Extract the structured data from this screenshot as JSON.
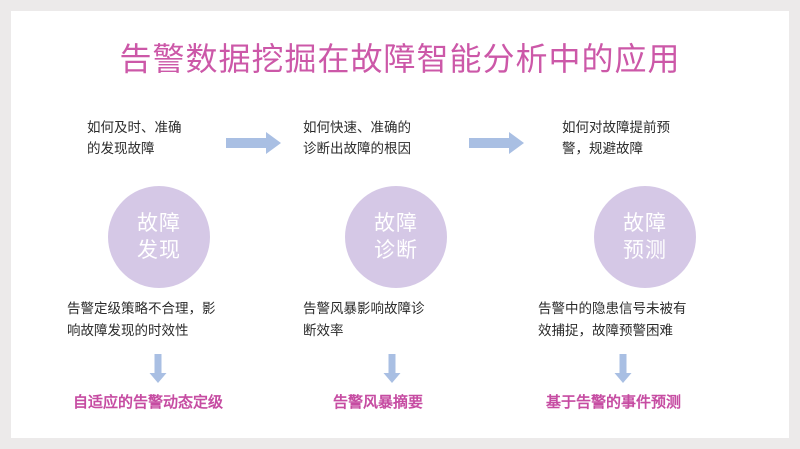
{
  "slide": {
    "title": "告警数据挖掘在故障智能分析中的应用",
    "accent_color": "#cc58a8",
    "circle_color": "#d5c8e6",
    "arrow_color": "#a9bfe3",
    "background_color": "#ffffff",
    "page_background_color": "#eceaea"
  },
  "columns": [
    {
      "question": "如何及时、准确\n的发现故障",
      "circle_line1": "故障",
      "circle_line2": "发现",
      "problem": "告警定级策略不合理，影\n响故障发现的时效性",
      "solution": "自适应的告警动态定级"
    },
    {
      "question": "如何快速、准确的\n诊断出故障的根因",
      "circle_line1": "故障",
      "circle_line2": "诊断",
      "problem": "告警风暴影响故障诊\n断效率",
      "solution": "告警风暴摘要"
    },
    {
      "question": "如何对故障提前预\n警，规避故障",
      "circle_line1": "故障",
      "circle_line2": "预测",
      "problem": "告警中的隐患信号未被有\n效捕捉，故障预警困难",
      "solution": "基于告警的事件预测"
    }
  ],
  "arrows": {
    "horizontal": [
      "right-arrow-stage-1-to-2",
      "right-arrow-stage-2-to-3"
    ],
    "vertical": [
      "down-arrow-column-1",
      "down-arrow-column-2",
      "down-arrow-column-3"
    ]
  }
}
